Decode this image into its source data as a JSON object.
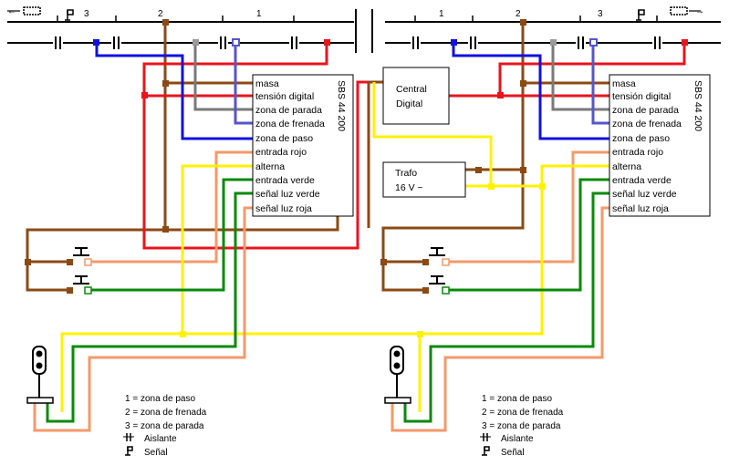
{
  "colors": {
    "masa": "#8B4A14",
    "tension": "#E8141E",
    "parada": "#7A7A7A",
    "frenada": "#5555CC",
    "paso": "#1010E0",
    "alterna": "#FFF200",
    "verde": "#0A8A0A",
    "roja": "#F39A6A",
    "rail": "#000000"
  },
  "left": {
    "arrow_label": "←",
    "zones": [
      "3",
      "2",
      "1"
    ],
    "module_title": "SBS 44 200",
    "terminals": [
      "masa",
      "tensión digital",
      "zona de parada",
      "zona de frenada",
      "zona de paso",
      "entrada rojo",
      "alterna",
      "entrada verde",
      "señal luz verde",
      "señal luz roja"
    ],
    "legend": [
      "1 = zona de paso",
      "2 = zona de frenada",
      "3 = zona de parada",
      "Aislante",
      "Señal"
    ]
  },
  "right": {
    "arrow_label": "→",
    "zones": [
      "1",
      "2",
      "3"
    ],
    "module_title": "SBS 44 200",
    "terminals": [
      "masa",
      "tensión digital",
      "zona de parada",
      "zona de frenada",
      "zona de paso",
      "entrada rojo",
      "alterna",
      "entrada verde",
      "señal luz verde",
      "señal luz roja"
    ],
    "central": [
      "Central",
      "Digital"
    ],
    "trafo": [
      "Trafo",
      "16 V ~"
    ],
    "legend": [
      "1 = zona de paso",
      "2 = zona de frenada",
      "3 = zona de parada",
      "Aislante",
      "Señal"
    ]
  }
}
